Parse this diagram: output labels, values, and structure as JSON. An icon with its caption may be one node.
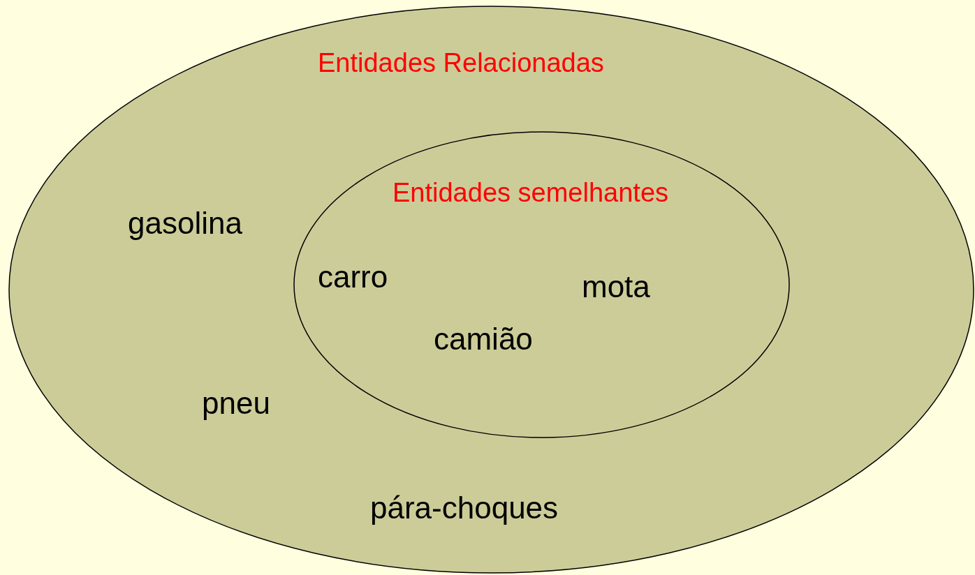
{
  "diagram": {
    "nodes": [
      {
        "text": [
          "Entidades Relacionadas",
          "gasolina",
          "pneu",
          "pára-choques"
        ]
      },
      {
        "text": [
          "Entidades semelhantes",
          "carro",
          "mota",
          "camião"
        ],
        "in": 0
      }
    ]
  }
}
